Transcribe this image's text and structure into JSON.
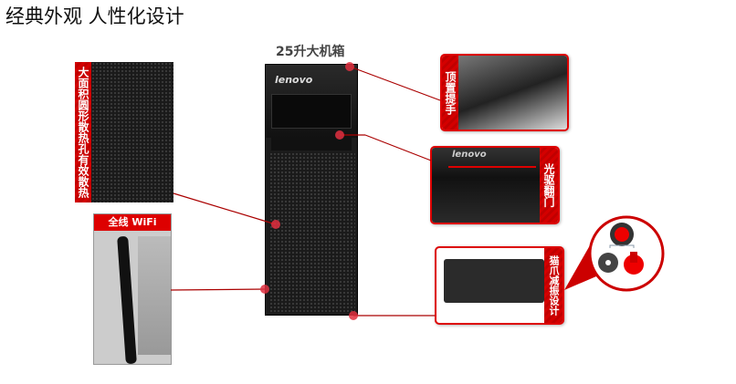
{
  "title": "经典外观  人性化设计",
  "caption": "25升大机箱",
  "brand": "lenovo",
  "features": {
    "vent": "大面积圆形散热孔有效散热",
    "wifi": "全线 WiFi",
    "handle": "顶置提手",
    "drive_door": "光驱翻门",
    "feet": "猫爪减振设计"
  },
  "colors": {
    "accent": "#d00000"
  }
}
